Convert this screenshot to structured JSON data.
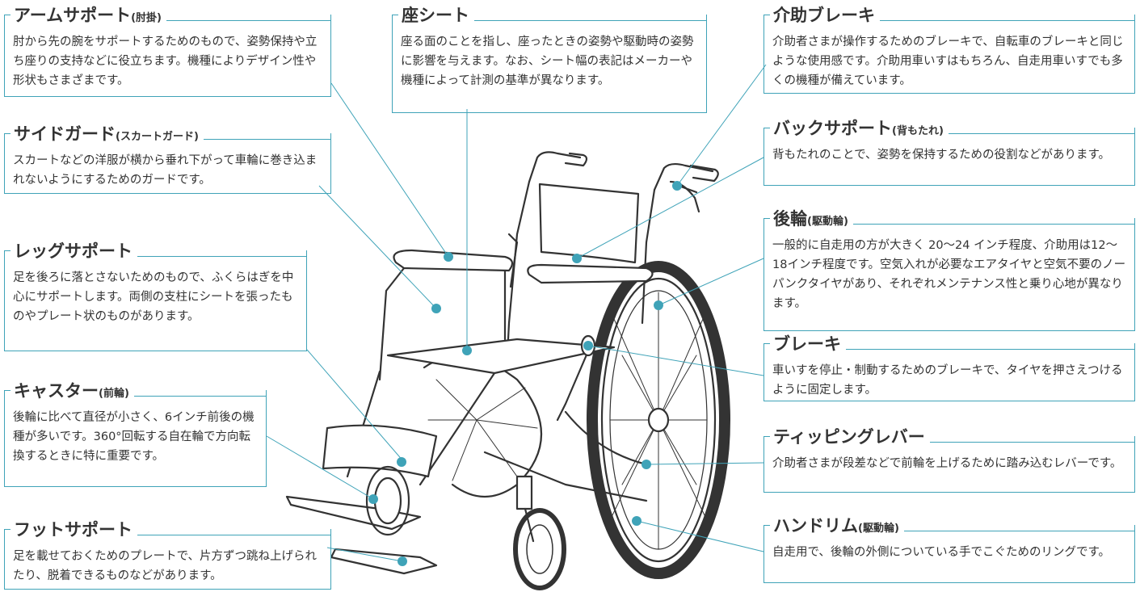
{
  "labels": {
    "arm_support": {
      "title": "アームサポート",
      "sub": "(肘掛)",
      "desc": "肘から先の腕をサポートするためのもので、姿勢保持や立ち座りの支持などに役立ちます。機種によりデザイン性や形状もさまざまです。"
    },
    "side_guard": {
      "title": "サイドガード",
      "sub": "(スカートガード)",
      "desc": "スカートなどの洋服が横から垂れ下がって車輪に巻き込まれないようにするためのガードです。"
    },
    "leg_support": {
      "title": "レッグサポート",
      "sub": "",
      "desc": "足を後ろに落とさないためのもので、ふくらはぎを中心にサポートします。両側の支柱にシートを張ったものやプレート状のものがあります。"
    },
    "caster": {
      "title": "キャスター",
      "sub": "(前輪)",
      "desc": "後輪に比べて直径が小さく、6インチ前後の機種が多いです。360°回転する自在輪で方向転換するときに特に重要です。"
    },
    "foot_support": {
      "title": "フットサポート",
      "sub": "",
      "desc": "足を載せておくためのプレートで、片方ずつ跳ね上げられたり、脱着できるものなどがあります。"
    },
    "seat": {
      "title": "座シート",
      "sub": "",
      "desc": "座る面のことを指し、座ったときの姿勢や駆動時の姿勢に影響を与えます。なお、シート幅の表記はメーカーや機種によって計測の基準が異なります。"
    },
    "assist_brake": {
      "title": "介助ブレーキ",
      "sub": "",
      "desc": "介助者さまが操作するためのブレーキで、自転車のブレーキと同じような使用感です。介助用車いすはもちろん、自走用車いすでも多くの機種が備えています。"
    },
    "back_support": {
      "title": "バックサポート",
      "sub": "(背もたれ)",
      "desc": "背もたれのことで、姿勢を保持するための役割などがあります。"
    },
    "rear_wheel": {
      "title": "後輪",
      "sub": "(駆動輪)",
      "desc": "一般的に自走用の方が大きく 20〜24 インチ程度、介助用は12〜18インチ程度です。空気入れが必要なエアタイヤと空気不要のノーパンクタイヤがあり、それぞれメンテナンス性と乗り心地が異なります。"
    },
    "brake": {
      "title": "ブレーキ",
      "sub": "",
      "desc": "車いすを停止・制動するためのブレーキで、タイヤを押さえつけるように固定します。"
    },
    "tipping_lever": {
      "title": "ティッピングレバー",
      "sub": "",
      "desc": "介助者さまが段差などで前輪を上げるために踏み込むレバーです。"
    },
    "hand_rim": {
      "title": "ハンドリム",
      "sub": "(駆動輪)",
      "desc": "自走用で、後輪の外側についている手でこぐためのリングです。"
    }
  },
  "colors": {
    "accent": "#3fa3b8",
    "text": "#333333",
    "line_art": "#333333"
  }
}
